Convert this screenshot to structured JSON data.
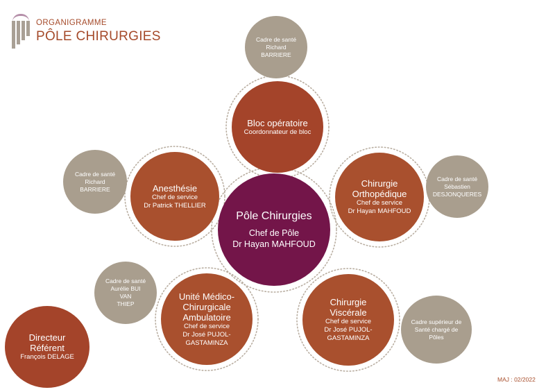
{
  "header": {
    "kicker": "ORGANIGRAMME",
    "title": "PÔLE CHIRURGIES"
  },
  "center": {
    "title": "Pôle Chirurgies",
    "role": "Chef de Pôle",
    "name": "Dr Hayan MAHFOUD"
  },
  "services": {
    "bloc": {
      "title": "Bloc opératoire",
      "line1": "Coordonnateur de bloc"
    },
    "anesthesie": {
      "title": "Anesthésie",
      "line1": "Chef de service",
      "line2": "Dr Patrick THELLIER"
    },
    "ortho": {
      "title_l1": "Chirurgie",
      "title_l2": "Orthopédique",
      "line1": "Chef de service",
      "line2": "Dr Hayan MAHFOUD"
    },
    "umca": {
      "title_l1": "Unité Médico-",
      "title_l2": "Chirurgicale",
      "title_l3": "Ambulatoire",
      "line1": "Chef de service",
      "line2": "Dr José PUJOL-",
      "line3": "GASTAMINZA"
    },
    "visc": {
      "title_l1": "Chirurgie",
      "title_l2": "Viscérale",
      "line1": "Chef de service",
      "line2": "Dr José PUJOL-",
      "line3": "GASTAMINZA"
    }
  },
  "cadres": {
    "bloc": {
      "label": "Cadre de santé",
      "name": "Richard BARRIERE"
    },
    "anesthesie": {
      "label": "Cadre de santé",
      "name": "Richard BARRIERE"
    },
    "ortho": {
      "label": "Cadre de santé",
      "name_l1": "Sébastien",
      "name_l2": "DESJONQUERES"
    },
    "umca": {
      "label": "Cadre de santé",
      "name_l1": "Aurélie BUI VAN",
      "name_l2": "THIEP"
    },
    "superieur": {
      "l1": "Cadre supérieur de",
      "l2": "Santé chargé de",
      "l3": "Pôles"
    }
  },
  "directeur": {
    "title": "Directeur Référent",
    "name": "François DELAGE"
  },
  "footer": {
    "maj": "MAJ : 02/2022"
  },
  "colors": {
    "purple": "#731549",
    "rust": "#a9502e",
    "beige": "#a99e8e",
    "dots": "#b9aea1"
  }
}
